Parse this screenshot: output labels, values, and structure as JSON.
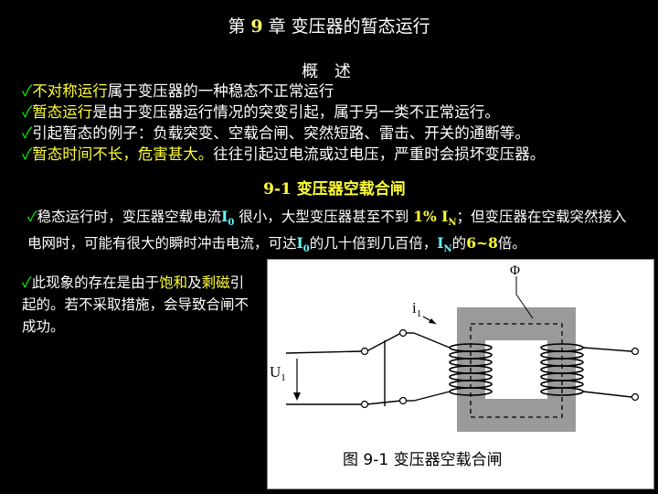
{
  "title": {
    "prefix": "第 ",
    "number": "9",
    "suffix": " 章  变压器的暂态运行"
  },
  "subtitle": "概  述",
  "bullets": [
    {
      "highlight": "不对称运行",
      "text": "属于变压器的一种稳态不正常运行"
    },
    {
      "highlight": "暂态运行",
      "text": "是由于变压器运行情况的突变引起，属于另一类不正常运行。"
    },
    {
      "highlight": "",
      "text": "引起暂态的例子：负载突变、空载合闸、突然短路、雷击、开关的通断等。"
    },
    {
      "highlight": "暂态时间不长，危害甚大。",
      "text": "往往引起过电流或过电压，严重时会损坏变压器。"
    }
  ],
  "section_title": "9-1  变压器空载合闸",
  "paragraph": {
    "part1": "稳态运行时，变压器空载电流",
    "i0": "I",
    "i0_sub": "0",
    "part2": " 很小，大型变压器甚至不到 ",
    "pct": "1% I",
    "pct_sub": "N",
    "part3": "；但变压器在空载突然接入电网时，可能有很大的瞬时冲击电流，可达",
    "i0b": "I",
    "i0b_sub": "0",
    "part4": "的几十倍到几百倍，",
    "in2": "I",
    "in2_sub": "N",
    "part5": "的",
    "range": "6~8",
    "part6": "倍。"
  },
  "paragraph2": {
    "part1": "此现象的存在是由于",
    "hl1": "饱和",
    "part2": "及",
    "hl2": "剩磁",
    "part3": "引起的。若不采取措施，会导致合闸不成功。"
  },
  "figure": {
    "flux_label": "Φ",
    "current_label": "i",
    "current_sub": "1",
    "voltage_label": "U",
    "voltage_sub": "1",
    "caption": "图 9-1  变压器空载合闸"
  },
  "colors": {
    "check": "#00ff00",
    "highlight": "#ffff33",
    "symbol": "#66ffff",
    "core": "#9a9a9a"
  }
}
